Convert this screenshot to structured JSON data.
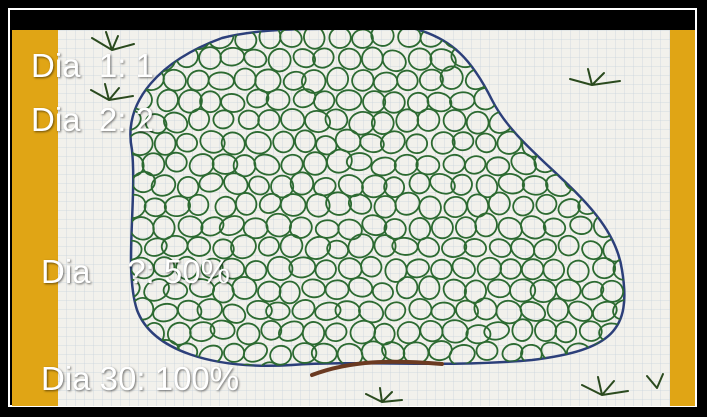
{
  "labels": {
    "day1": "Dia  1: 1",
    "day2": "Dia  2: 2",
    "dayq": "Dia    ?: 50%",
    "day30": "Dia 30: 100%"
  },
  "colors": {
    "background": "#000000",
    "paper": "#f2f1ec",
    "grid": "#c9d3dd",
    "yellow_border": "#e0a515",
    "pond_outline": "#2c3f7a",
    "circle_green": "#2c6a31",
    "grass": "#2a4a1e",
    "text": "#ffffff"
  }
}
